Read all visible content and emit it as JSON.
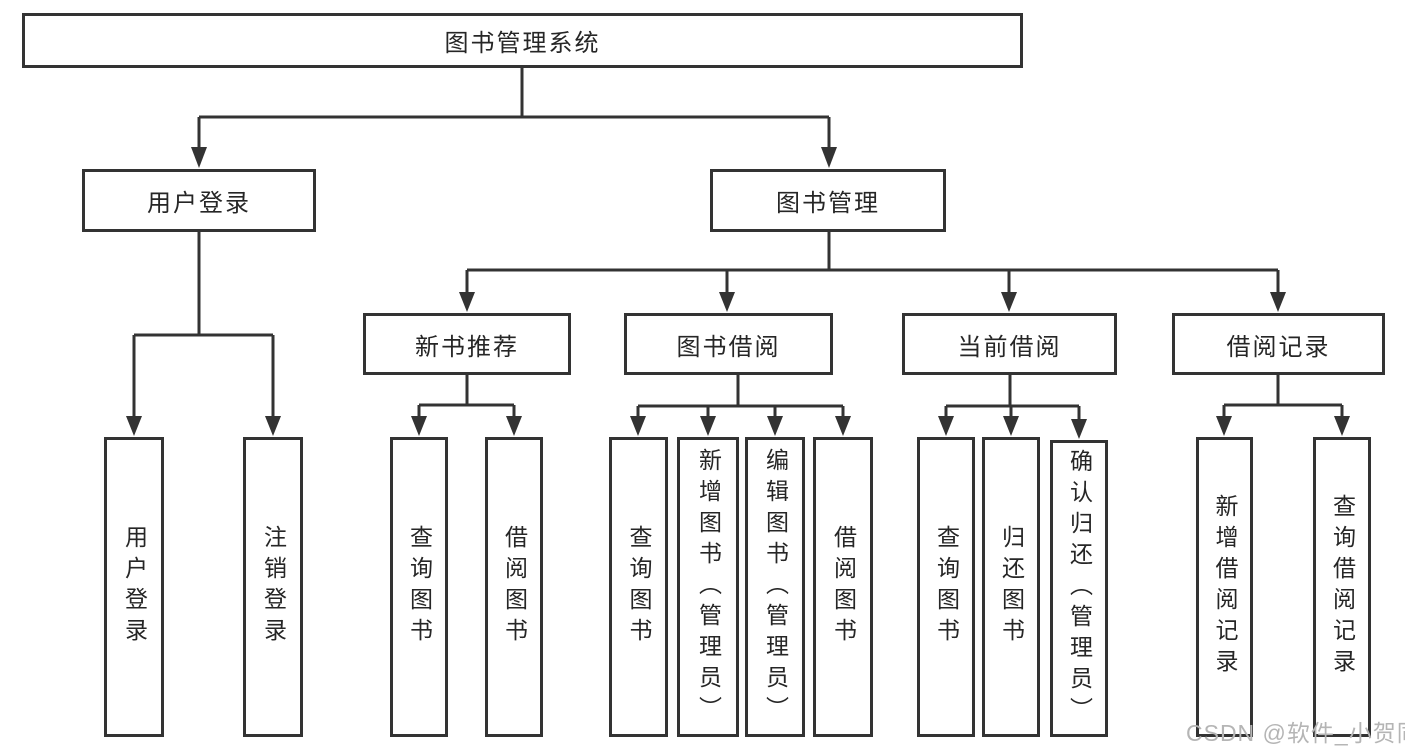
{
  "root": {
    "label": "图书管理系统"
  },
  "level2": {
    "user_login": {
      "label": "用户登录"
    },
    "book_mgmt": {
      "label": "图书管理"
    }
  },
  "level3": {
    "new_books": {
      "label": "新书推荐"
    },
    "borrow": {
      "label": "图书借阅"
    },
    "current": {
      "label": "当前借阅"
    },
    "records": {
      "label": "借阅记录"
    }
  },
  "leaves": {
    "login": {
      "label": "用户登录"
    },
    "logout": {
      "label": "注销登录"
    },
    "nb_query": {
      "label": "查询图书"
    },
    "nb_borrow": {
      "label": "借阅图书"
    },
    "bb_query": {
      "label": "查询图书"
    },
    "bb_add": {
      "label": "新增图书（管理员）"
    },
    "bb_edit": {
      "label": "编辑图书（管理员）"
    },
    "bb_borrow": {
      "label": "借阅图书"
    },
    "cb_query": {
      "label": "查询图书"
    },
    "cb_return": {
      "label": "归还图书"
    },
    "cb_confirm": {
      "label": "确认归还（管理员）"
    },
    "br_add": {
      "label": "新增借阅记录"
    },
    "br_query": {
      "label": "查询借阅记录"
    }
  },
  "watermark": {
    "text": "CSDN @软件_小贺同学"
  },
  "colors": {
    "line": "#333333",
    "text": "#262626",
    "watermark": "#b5b5b5"
  }
}
